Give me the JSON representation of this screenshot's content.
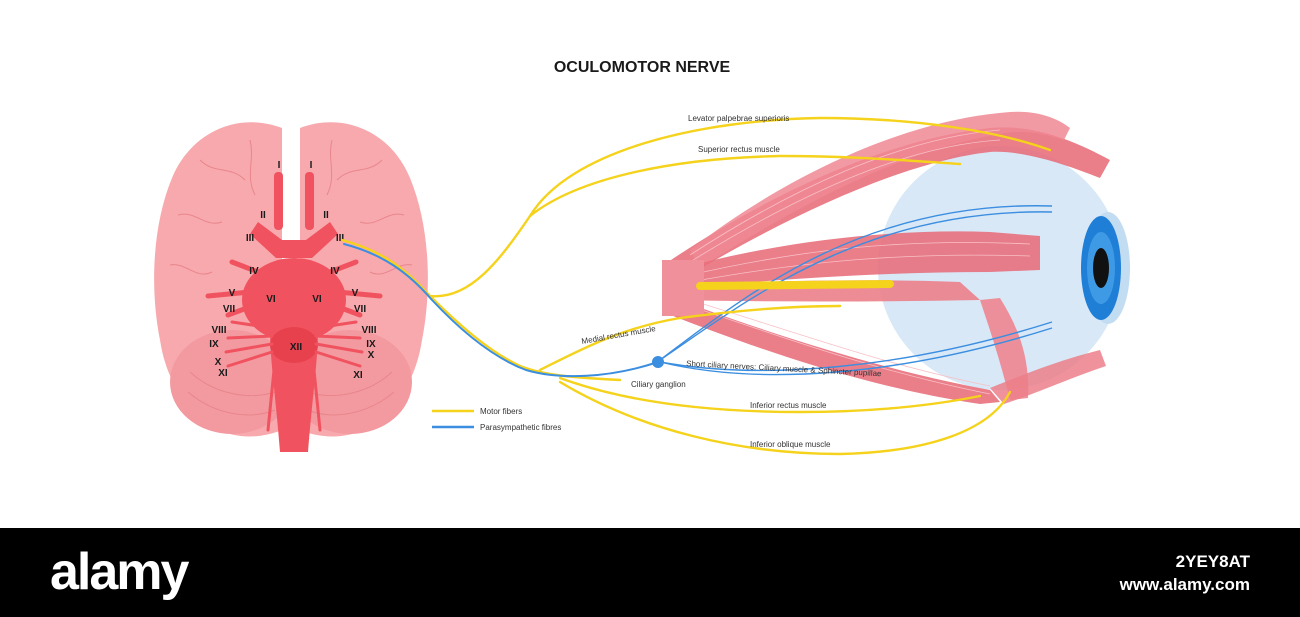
{
  "title": "OCULOMOTOR NERVE",
  "colors": {
    "motor": "#f5d21b",
    "parasympathetic": "#3b8ee0",
    "brain": "#f7a9ad",
    "brainstem": "#f0535f",
    "muscle": "#e8707c",
    "eyeball": "#d8e8f7",
    "iris": "#1f7fd6"
  },
  "labels": {
    "levator": "Levator palpebrae superioris",
    "superior_rectus": "Superior rectus muscle",
    "medial_rectus": "Medial rectus muscle",
    "short_ciliary": "Short ciliary nerves: Ciliary muscle & Sphincter pupillae",
    "ciliary_ganglion": "Ciliary ganglion",
    "inferior_rectus": "Inferior rectus muscle",
    "inferior_oblique": "Inferior oblique muscle"
  },
  "legend": {
    "motor": "Motor fibers",
    "parasympathetic": "Parasympathetic fibres"
  },
  "cranial_nerves": {
    "I": "I",
    "II": "II",
    "III": "III",
    "IV": "IV",
    "V": "V",
    "VI": "VI",
    "VII": "VII",
    "VIII": "VIII",
    "IX": "IX",
    "X": "X",
    "XI": "XI",
    "XII": "XII"
  },
  "footer": {
    "brand": "alamy",
    "image_id": "2YEY8AT",
    "site": "www.alamy.com"
  }
}
